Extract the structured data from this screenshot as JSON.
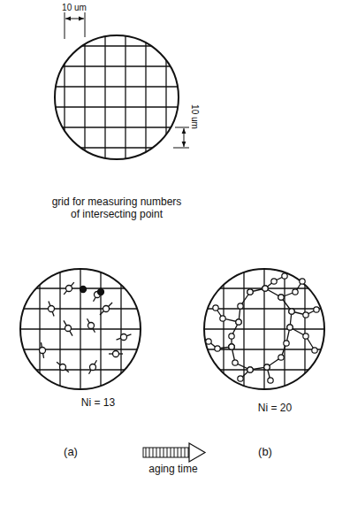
{
  "diagram": {
    "labels": [
      "10 um",
      "10 um",
      "grid for measuring numbers of intersecting point",
      "Ni = 13",
      "Ni = 20",
      "(a)",
      "(b)",
      "aging time"
    ]
  }
}
